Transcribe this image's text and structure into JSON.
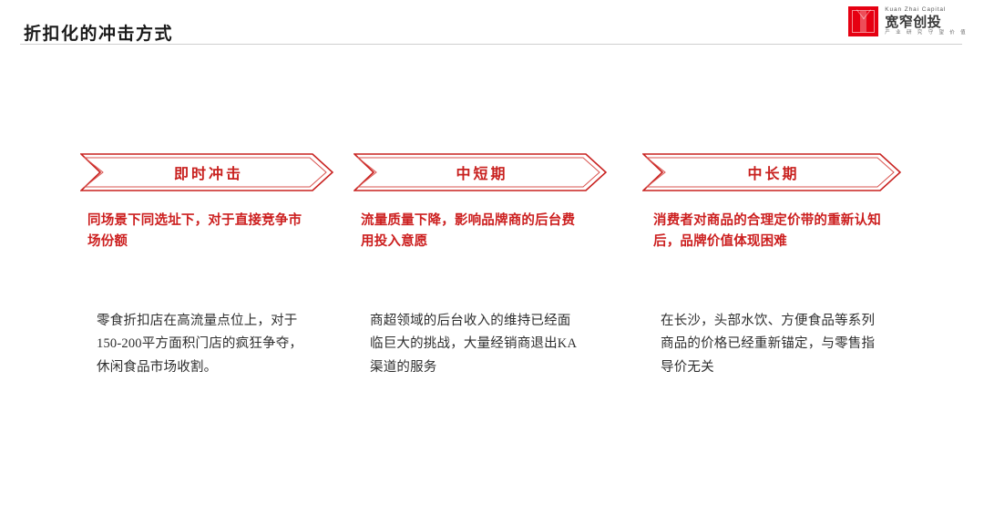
{
  "header": {
    "title": "折扣化的冲击方式",
    "rule_color": "#cfcfcf"
  },
  "logo": {
    "latin": "Kuan Zhai Capital",
    "chinese": "宽窄创投",
    "tagline": "产 业 研 究    守 望 价 值",
    "mark_color": "#e60012"
  },
  "theme": {
    "accent_red": "#c8201e",
    "highlight_red": "#cc1f1f",
    "body_gray": "#2e2e2e"
  },
  "columns": [
    {
      "banner_label": "即时冲击",
      "highlight": "同场景下同选址下，对于直接竞争市场份额",
      "body": "零食折扣店在高流量点位上，对于150-200平方面积门店的疯狂争夺，休闲食品市场收割。"
    },
    {
      "banner_label": "中短期",
      "highlight": "流量质量下降，影响品牌商的后台费用投入意愿",
      "body": "商超领域的后台收入的维持已经面临巨大的挑战，大量经销商退出KA渠道的服务"
    },
    {
      "banner_label": "中长期",
      "highlight": "消费者对商品的合理定价带的重新认知后，品牌价值体现困难",
      "body": "在长沙，头部水饮、方便食品等系列商品的价格已经重新锚定，与零售指导价无关"
    }
  ]
}
